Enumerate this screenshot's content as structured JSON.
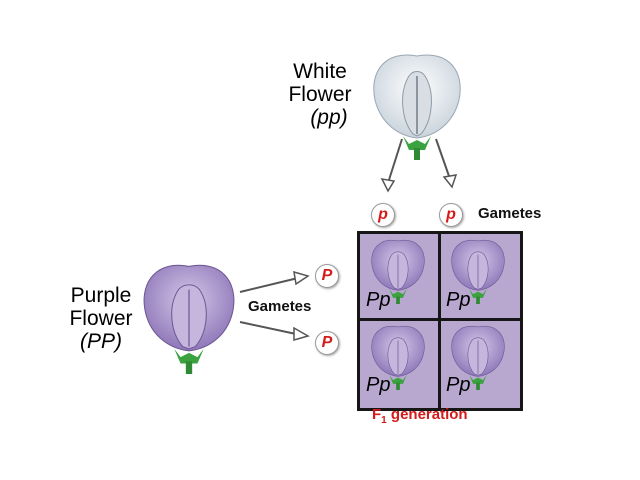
{
  "white_parent": {
    "line1": "White",
    "line2": "Flower",
    "genotype": "(pp)"
  },
  "purple_parent": {
    "line1": "Purple",
    "line2": "Flower",
    "genotype": "(PP)"
  },
  "gametes_top": {
    "allele_1": "p",
    "allele_2": "p",
    "label": "Gametes"
  },
  "gametes_left": {
    "allele_1": "P",
    "allele_2": "P",
    "label": "Gametes"
  },
  "punnett": {
    "cells": [
      "Pp",
      "Pp",
      "Pp",
      "Pp"
    ]
  },
  "generation_label": {
    "prefix": "F",
    "subscript": "1",
    "suffix": " generation"
  },
  "colors": {
    "allele_text": "#d51a1a",
    "grid_fill": "#b8a8d0",
    "purple_petal": "#a58fc8",
    "white_petal": "#eef2f5",
    "stem": "#2f9a35"
  }
}
